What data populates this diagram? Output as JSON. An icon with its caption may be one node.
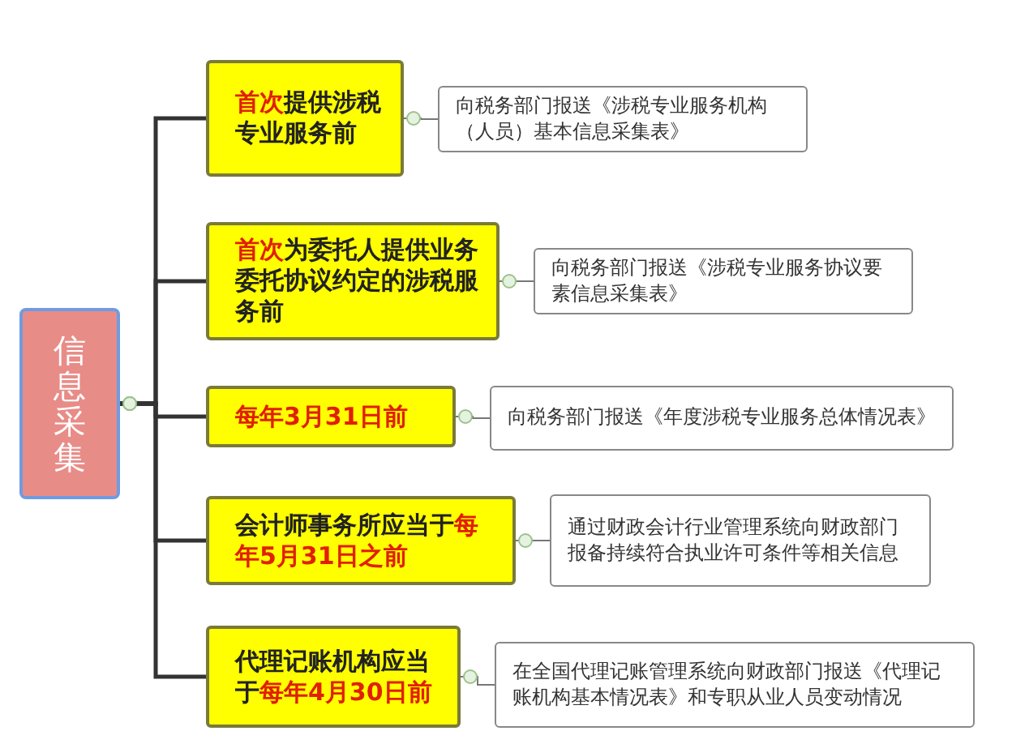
{
  "diagram": {
    "nodes": [
      {
        "text": [
          "信息采集"
        ]
      },
      {
        "text": [
          "**首次**提供涉税专业服务前"
        ]
      },
      {
        "text": [
          "向税务部门报送《涉税专业服务机构（人员）基本信息采集表》"
        ]
      },
      {
        "text": [
          "**首次**为委托人提供业务委托协议约定的涉税服务前"
        ]
      },
      {
        "text": [
          "向税务部门报送《涉税专业服务协议要素信息采集表》"
        ]
      },
      {
        "text": [
          "**每年3月31日前**"
        ]
      },
      {
        "text": [
          "向税务部门报送《年度涉税专业服务总体情况表》"
        ]
      },
      {
        "text": [
          "会计师事务所应当于**每年5月31日之前**"
        ]
      },
      {
        "text": [
          "通过财政会计行业管理系统向财政部门报备持续符合执业许可条件等相关信息"
        ]
      },
      {
        "text": [
          "代理记账机构应当于**每年4月30日前**"
        ]
      },
      {
        "text": [
          "在全国代理记账管理系统向财政部门报送《代理记账机构基本情况表》和专职从业人员变动情况"
        ]
      }
    ],
    "edges": [
      {
        "from": 0,
        "to": 1,
        "arrow": "none",
        "style": "thick"
      },
      {
        "from": 0,
        "to": 3,
        "arrow": "none",
        "style": "thick"
      },
      {
        "from": 0,
        "to": 5,
        "arrow": "none",
        "style": "thick"
      },
      {
        "from": 0,
        "to": 7,
        "arrow": "none",
        "style": "thick"
      },
      {
        "from": 0,
        "to": 9,
        "arrow": "none",
        "style": "thick"
      },
      {
        "from": 1,
        "to": 2,
        "arrow": "none"
      },
      {
        "from": 3,
        "to": 4,
        "arrow": "none"
      },
      {
        "from": 5,
        "to": 6,
        "arrow": "none"
      },
      {
        "from": 7,
        "to": 8,
        "arrow": "none"
      },
      {
        "from": 9,
        "to": 10,
        "arrow": "none"
      }
    ]
  }
}
